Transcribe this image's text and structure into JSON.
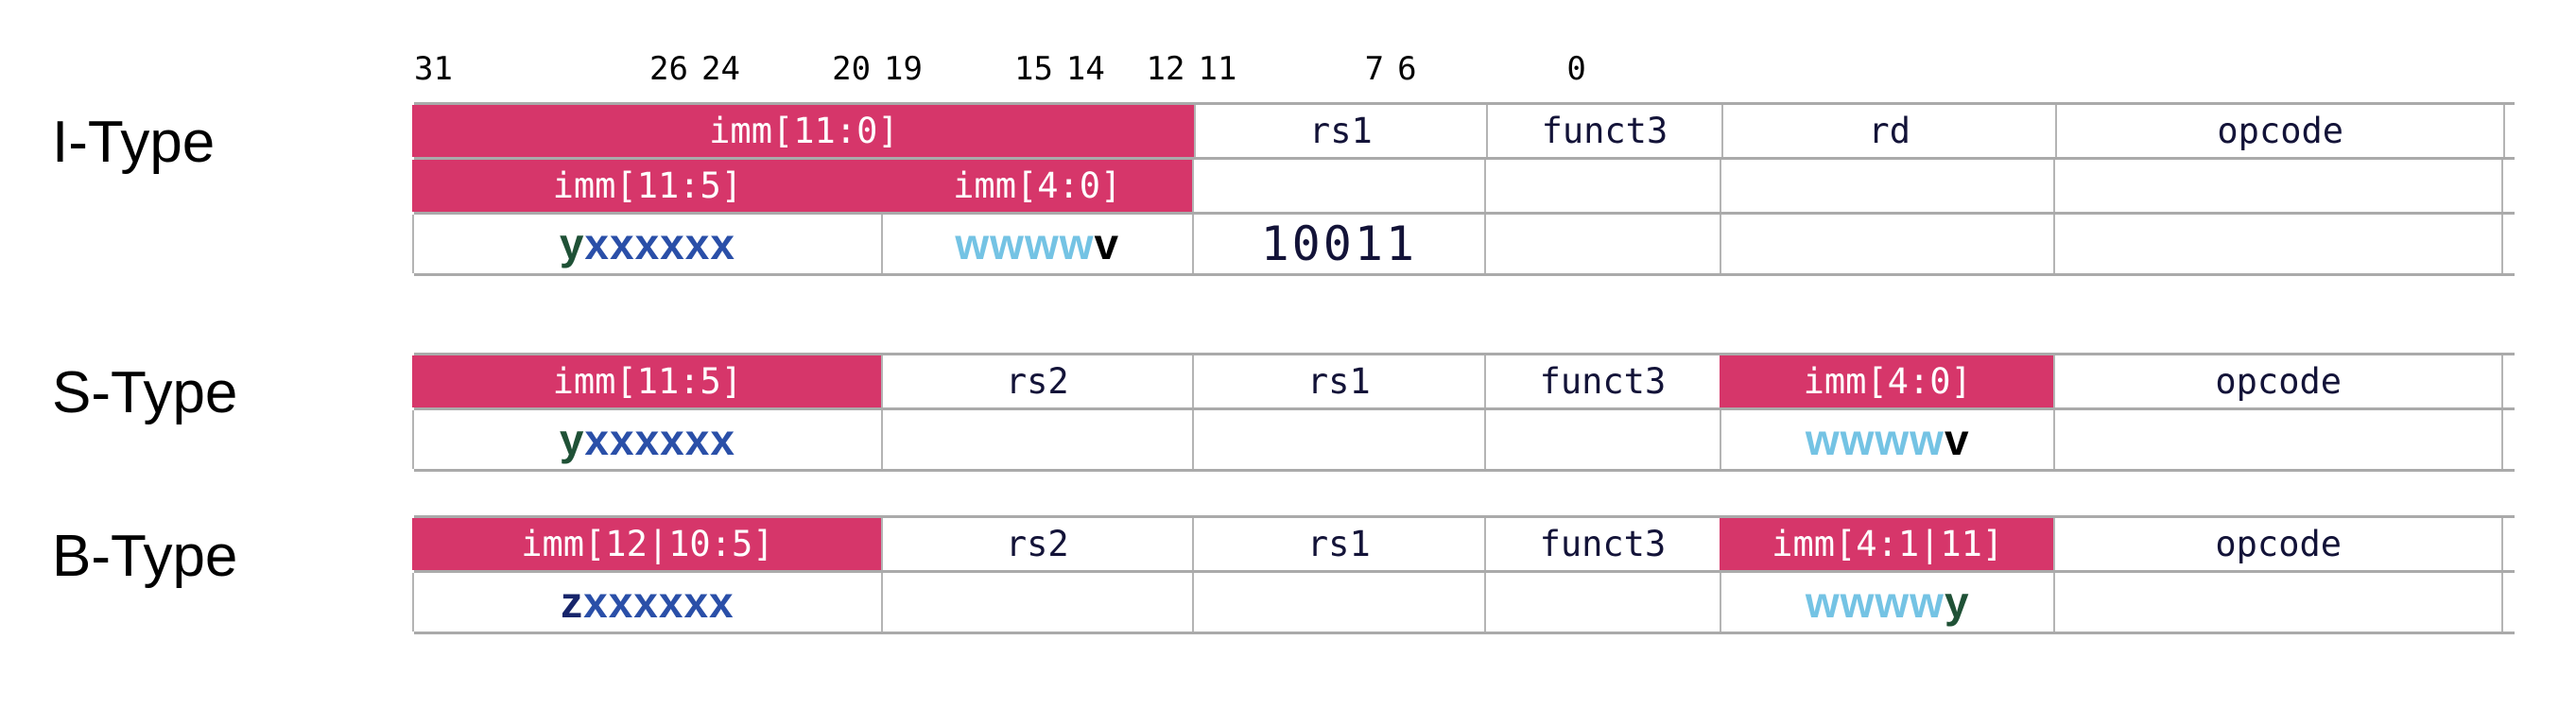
{
  "bit_ruler": [
    {
      "label": "31",
      "align": "left",
      "pos_pct": 0.0
    },
    {
      "label": "26",
      "align": "right",
      "pos_pct": 13.05
    },
    {
      "label": "24",
      "align": "left",
      "pos_pct": 13.68
    },
    {
      "label": "20",
      "align": "right",
      "pos_pct": 21.74
    },
    {
      "label": "19",
      "align": "left",
      "pos_pct": 22.37
    },
    {
      "label": "15",
      "align": "right",
      "pos_pct": 30.42
    },
    {
      "label": "14",
      "align": "left",
      "pos_pct": 31.05
    },
    {
      "label": "12",
      "align": "right",
      "pos_pct": 36.7
    },
    {
      "label": "11",
      "align": "left",
      "pos_pct": 37.33
    },
    {
      "label": "7",
      "align": "right",
      "pos_pct": 46.18
    },
    {
      "label": "6",
      "align": "left",
      "pos_pct": 46.81
    },
    {
      "label": "0",
      "align": "right",
      "pos_pct": 55.8
    }
  ],
  "colors": {
    "imm_pink": "#d6366a",
    "field_text": "#131338",
    "border": "#b4b4b4",
    "row_rule": "#aaaaaa",
    "glyph_green": "#1f5136",
    "glyph_blue": "#2a4fa8",
    "glyph_navy": "#17256b",
    "glyph_cyan": "#74c3e4",
    "glyph_black": "#000000"
  },
  "formats": [
    {
      "name": "I-Type",
      "label": "I-Type",
      "rows": [
        {
          "kind": "fields",
          "cells": [
            {
              "text": "imm[11:0]",
              "imm": true,
              "w": 37.3
            },
            {
              "text": "rs1",
              "imm": false,
              "w": 14.0
            },
            {
              "text": "funct3",
              "imm": false,
              "w": 11.3
            },
            {
              "text": "rd",
              "imm": false,
              "w": 16.0
            },
            {
              "text": "opcode",
              "imm": false,
              "w": 21.4
            }
          ]
        },
        {
          "kind": "fields",
          "cells": [
            {
              "text": "imm[11:5]",
              "imm": true,
              "w": 22.4
            },
            {
              "text": "imm[4:0]",
              "imm": true,
              "w": 14.9
            },
            {
              "text": "",
              "imm": false,
              "w": 14.0
            },
            {
              "text": "",
              "imm": false,
              "w": 11.3
            },
            {
              "text": "",
              "imm": false,
              "w": 16.0
            },
            {
              "text": "",
              "imm": false,
              "w": 21.4
            }
          ]
        },
        {
          "kind": "values",
          "cells": [
            {
              "w": 22.4,
              "glyphs": [
                {
                  "t": "y",
                  "c": "green"
                },
                {
                  "t": "xxxxxx",
                  "c": "blue"
                }
              ]
            },
            {
              "w": 14.9,
              "glyphs": [
                {
                  "t": "wwww",
                  "c": "cyan"
                },
                {
                  "t": "v",
                  "c": "black"
                }
              ]
            },
            {
              "w": 14.0,
              "number": "10011"
            },
            {
              "w": 11.3,
              "glyphs": []
            },
            {
              "w": 16.0,
              "glyphs": []
            },
            {
              "w": 21.4,
              "glyphs": []
            }
          ]
        }
      ]
    },
    {
      "name": "S-Type",
      "label": "S-Type",
      "rows": [
        {
          "kind": "fields",
          "cells": [
            {
              "text": "imm[11:5]",
              "imm": true,
              "w": 22.4
            },
            {
              "text": "rs2",
              "imm": false,
              "w": 14.9
            },
            {
              "text": "rs1",
              "imm": false,
              "w": 14.0
            },
            {
              "text": "funct3",
              "imm": false,
              "w": 11.3
            },
            {
              "text": "imm[4:0]",
              "imm": true,
              "w": 16.0
            },
            {
              "text": "opcode",
              "imm": false,
              "w": 21.4
            }
          ]
        },
        {
          "kind": "values",
          "cells": [
            {
              "w": 22.4,
              "glyphs": [
                {
                  "t": "y",
                  "c": "green"
                },
                {
                  "t": "xxxxxx",
                  "c": "blue"
                }
              ]
            },
            {
              "w": 14.9,
              "glyphs": []
            },
            {
              "w": 14.0,
              "glyphs": []
            },
            {
              "w": 11.3,
              "glyphs": []
            },
            {
              "w": 16.0,
              "glyphs": [
                {
                  "t": "wwww",
                  "c": "cyan"
                },
                {
                  "t": "v",
                  "c": "black"
                }
              ]
            },
            {
              "w": 21.4,
              "glyphs": []
            }
          ]
        }
      ]
    },
    {
      "name": "B-Type",
      "label": "B-Type",
      "rows": [
        {
          "kind": "fields",
          "cells": [
            {
              "text": "imm[12|10:5]",
              "imm": true,
              "w": 22.4
            },
            {
              "text": "rs2",
              "imm": false,
              "w": 14.9
            },
            {
              "text": "rs1",
              "imm": false,
              "w": 14.0
            },
            {
              "text": "funct3",
              "imm": false,
              "w": 11.3
            },
            {
              "text": "imm[4:1|11]",
              "imm": true,
              "w": 16.0
            },
            {
              "text": "opcode",
              "imm": false,
              "w": 21.4
            }
          ]
        },
        {
          "kind": "values",
          "cells": [
            {
              "w": 22.4,
              "glyphs": [
                {
                  "t": "z",
                  "c": "navy"
                },
                {
                  "t": "xxxxxx",
                  "c": "blue"
                }
              ]
            },
            {
              "w": 14.9,
              "glyphs": []
            },
            {
              "w": 14.0,
              "glyphs": []
            },
            {
              "w": 11.3,
              "glyphs": []
            },
            {
              "w": 16.0,
              "glyphs": [
                {
                  "t": "wwww",
                  "c": "cyan"
                },
                {
                  "t": "y",
                  "c": "green"
                }
              ]
            },
            {
              "w": 21.4,
              "glyphs": []
            }
          ]
        }
      ]
    }
  ]
}
